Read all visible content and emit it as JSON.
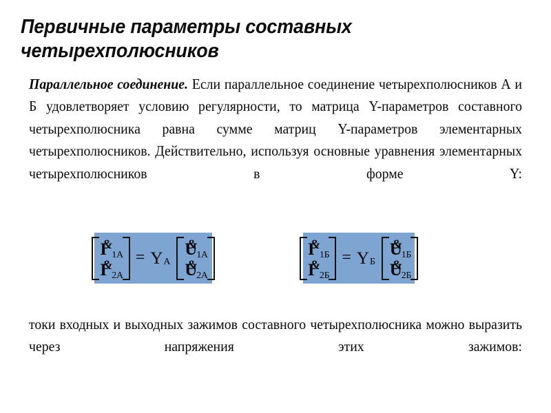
{
  "slide": {
    "background_color": "#ffffff",
    "text_color": "#000000",
    "formula_box_color": "#7ea5d2"
  },
  "title": {
    "text": "Первичные параметры составных четырехполюсников",
    "line_1": "Первичные параметры составных",
    "line_2": "четырехполюсников"
  },
  "paragraph_one": {
    "lead": "Параллельное соединение.",
    "rest": " Если параллельное соединение четырехполюсников А и Б удовлетворяет условию регулярности, то матрица Y-параметров составного четырехполюсника равна сумме матриц Y-параметров элементарных четырехполюсников. Действительно, используя основные уравнения элементарных четырехполюсников в форме Y:"
  },
  "paragraph_two": {
    "text": "токи входных и выходных зажимов составного четырехполюсника можно выразить через напряжения этих зажимов:"
  },
  "formulas": [
    {
      "id": "formula-a",
      "branch": "А",
      "matrix_symbol": "Y",
      "matrix_subscript": "А",
      "equals": "=",
      "left_vector": {
        "symbol": "I",
        "overlay_glyph": "&",
        "entries": [
          {
            "sub": "1А"
          },
          {
            "sub": "2А"
          }
        ]
      },
      "right_vector": {
        "symbol": "U",
        "overlay_glyph": "&",
        "entries": [
          {
            "sub": "1А"
          },
          {
            "sub": "2А"
          }
        ]
      }
    },
    {
      "id": "formula-b",
      "branch": "Б",
      "matrix_symbol": "Y",
      "matrix_subscript": "Б",
      "equals": "=",
      "left_vector": {
        "symbol": "I",
        "overlay_glyph": "&",
        "entries": [
          {
            "sub": "1Б"
          },
          {
            "sub": "2Б"
          }
        ]
      },
      "right_vector": {
        "symbol": "U",
        "overlay_glyph": "&",
        "entries": [
          {
            "sub": "1Б"
          },
          {
            "sub": "2Б"
          }
        ]
      }
    }
  ]
}
